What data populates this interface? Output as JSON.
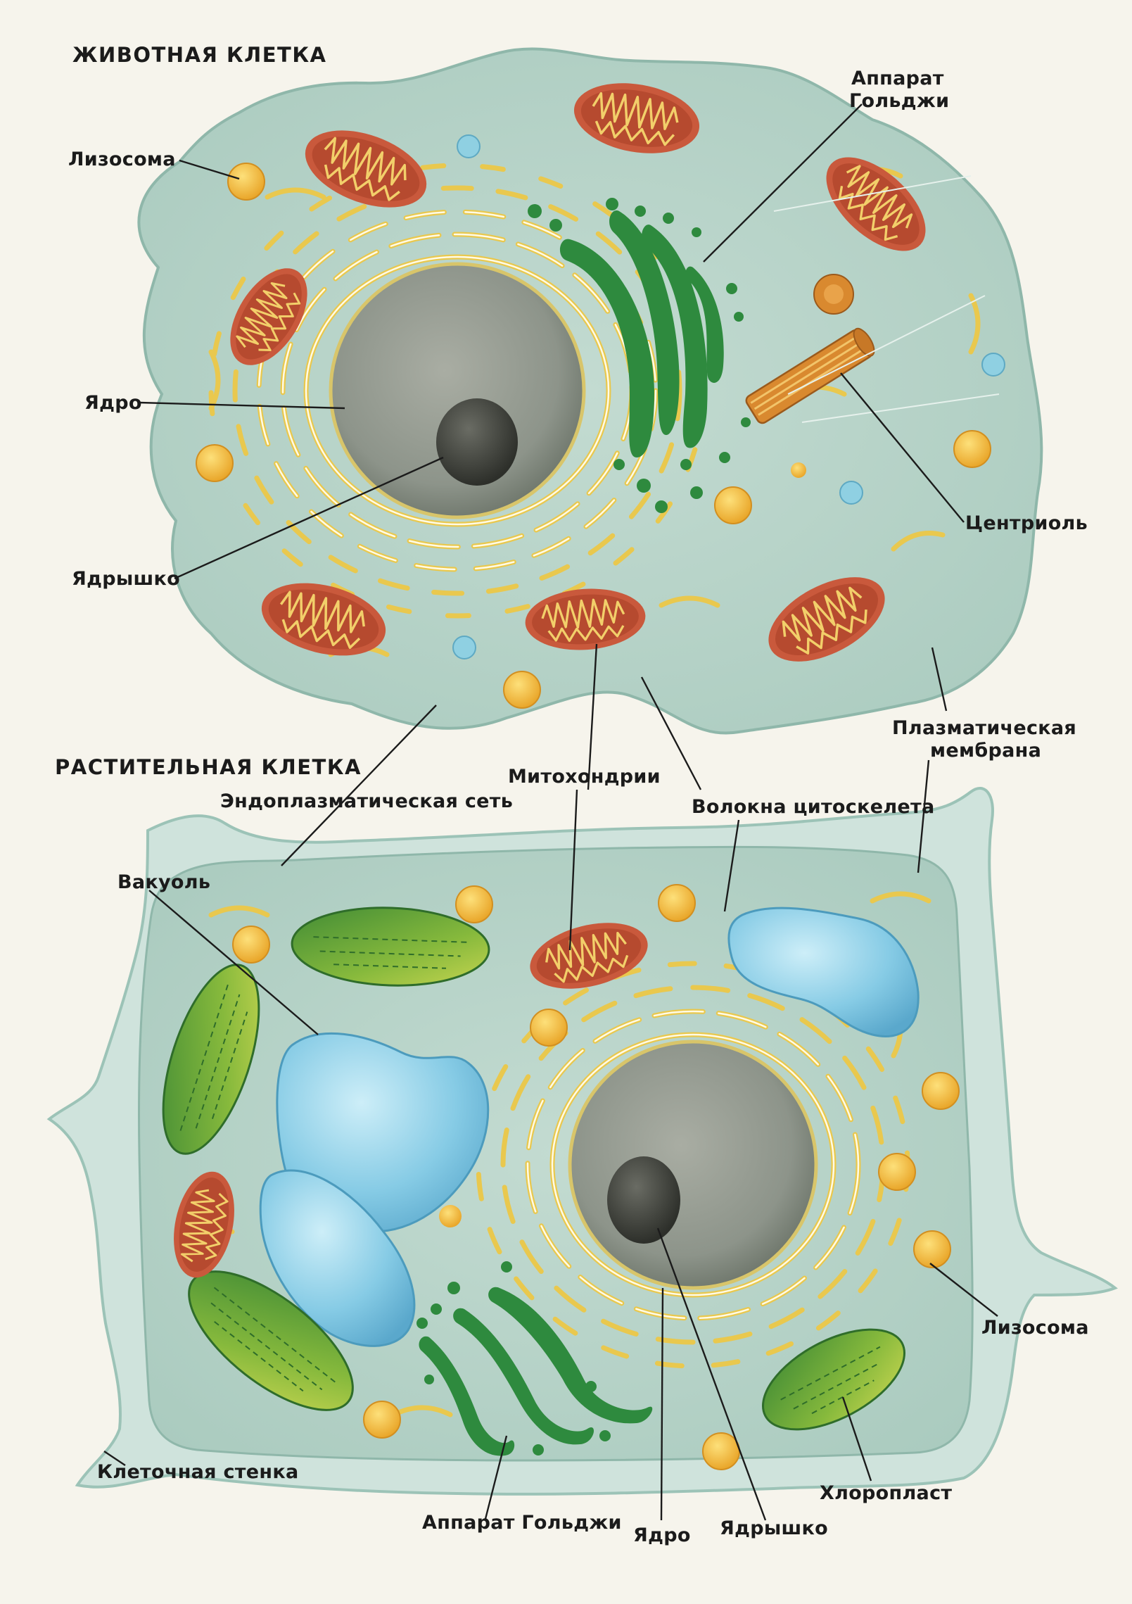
{
  "titles": {
    "animal": "ЖИВОТНАЯ КЛЕТКА",
    "plant": "РАСТИТЕЛЬНАЯ КЛЕТКА"
  },
  "animal_labels": {
    "lysosome": "Лизосома",
    "golgi_line1": "Аппарат",
    "golgi_line2": "Гольджи",
    "nucleus": "Ядро",
    "nucleolus": "Ядрышко",
    "centriole": "Центриоль",
    "membrane_line1": "Плазматическая",
    "membrane_line2": "мембрана"
  },
  "shared_labels": {
    "er": "Эндоплазматическая сеть",
    "mitochondria": "Митохондрии",
    "cytoskeleton": "Волокна цитоскелета"
  },
  "plant_labels": {
    "vacuole": "Вакуоль",
    "lysosome": "Лизосома",
    "cell_wall": "Клеточная стенка",
    "chloroplast": "Хлоропласт",
    "golgi": "Аппарат Гольджи",
    "nucleus": "Ядро",
    "nucleolus": "Ядрышко"
  },
  "colors": {
    "cytoplasm": "#b3d2c6",
    "cell_wall": "#cfe3dc",
    "mitochondrion": "#d3704a",
    "chloroplast": "#6aa83a",
    "vacuole": "#7fc6e2",
    "nucleus": "#8d948a",
    "nucleolus": "#3d3f3a",
    "lysosome": "#f2b93b",
    "golgi": "#2e8a3e",
    "er": "#e9c84e"
  }
}
